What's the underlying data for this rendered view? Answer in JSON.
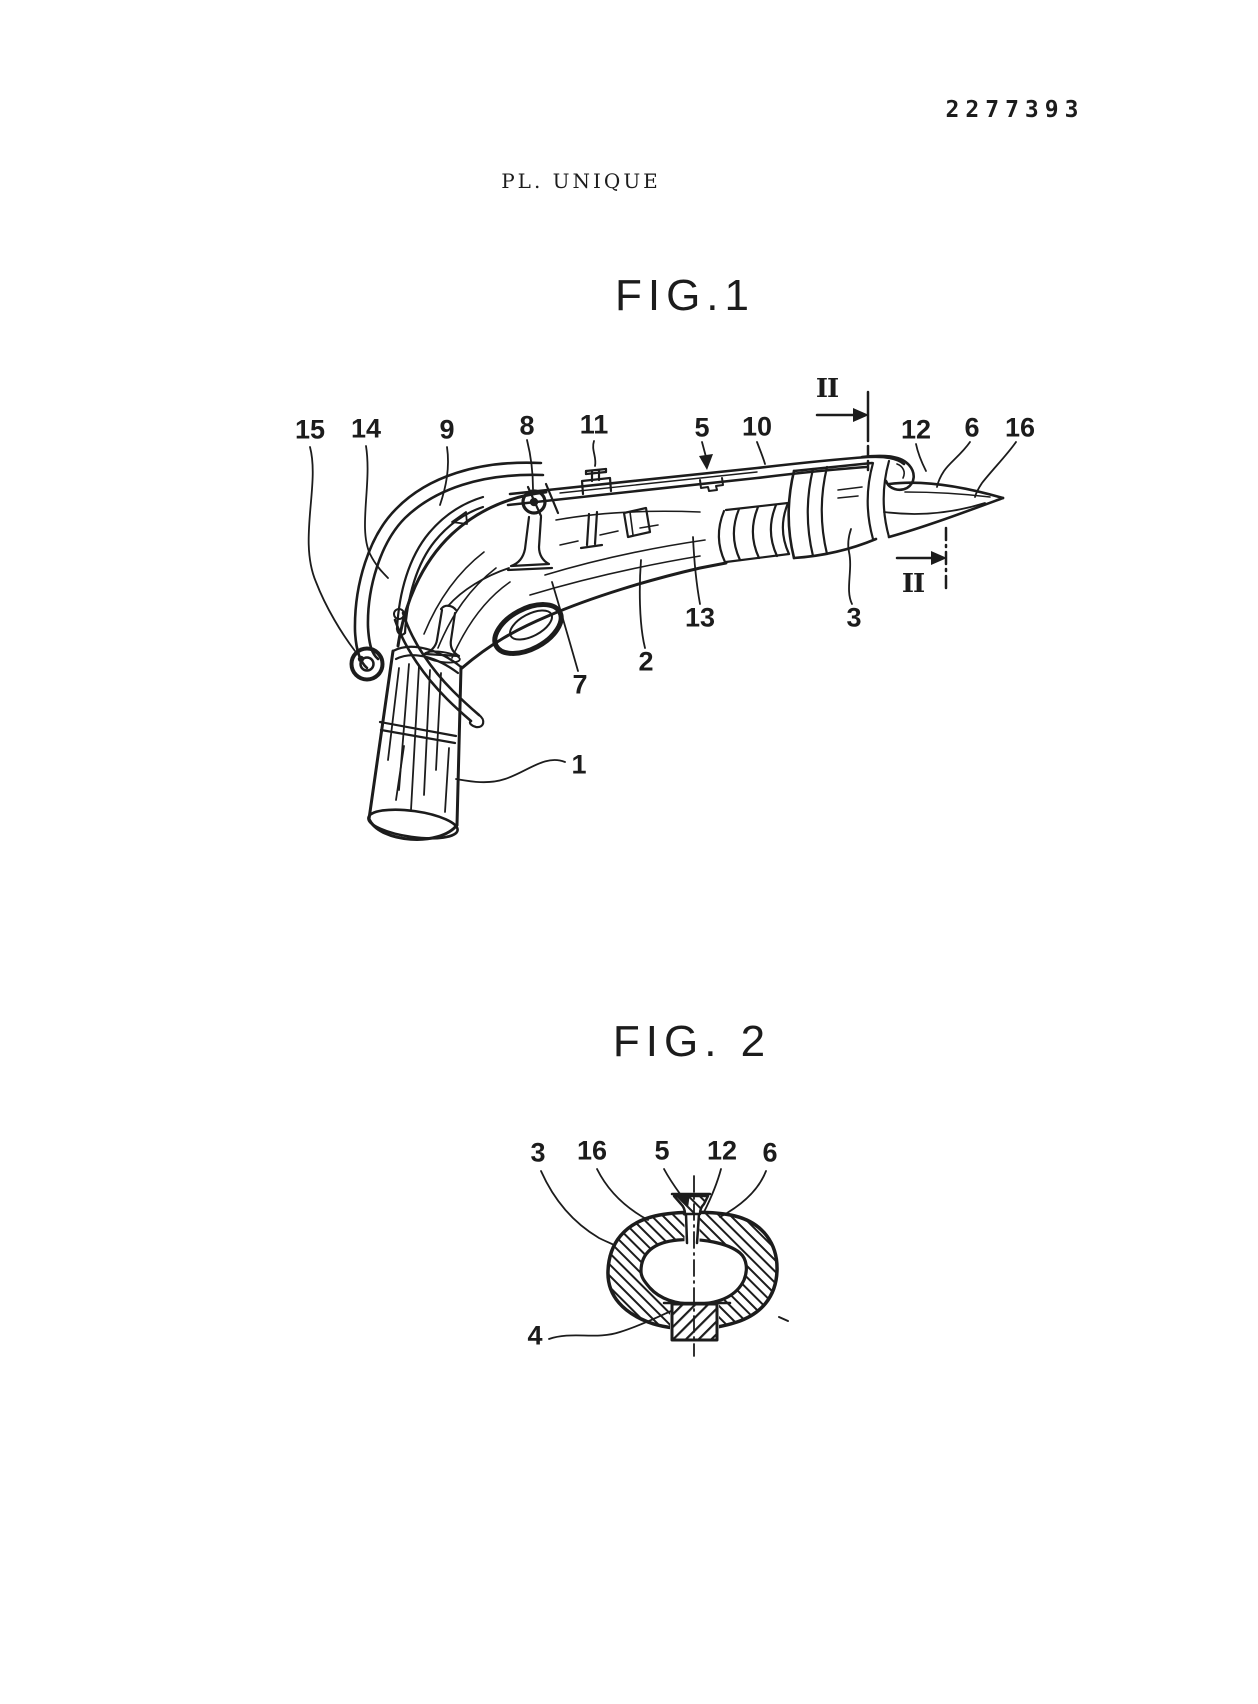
{
  "page": {
    "patent_number": "2277393",
    "plate_label": "PL. UNIQUE",
    "ink_color": "#1c1c1c",
    "paper_color": "#ffffff"
  },
  "fig1": {
    "title": "FIG.1",
    "section_marker": "II",
    "refs": [
      "15",
      "14",
      "9",
      "8",
      "11",
      "5",
      "10",
      "12",
      "6",
      "16",
      "13",
      "3",
      "2",
      "7",
      "1"
    ]
  },
  "fig2": {
    "title": "FIG. 2",
    "refs": [
      "3",
      "16",
      "5",
      "12",
      "6",
      "4"
    ]
  }
}
